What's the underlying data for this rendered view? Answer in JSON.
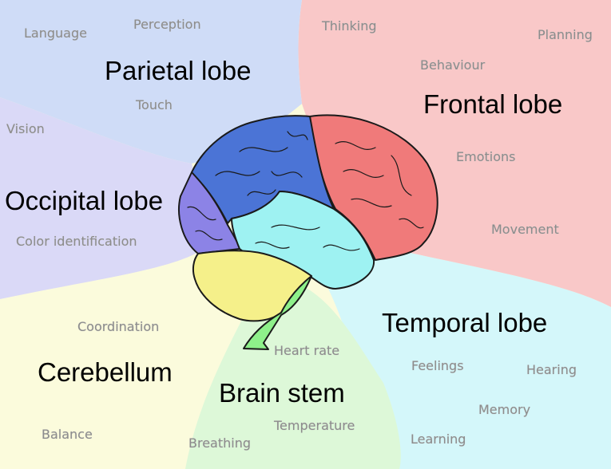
{
  "regions": {
    "parietal": {
      "name": "Parietal lobe",
      "color": "#cfdcf7",
      "lobe_color": "#4b74d6",
      "functions": [
        "Language",
        "Perception",
        "Touch"
      ]
    },
    "frontal": {
      "name": "Frontal lobe",
      "color": "#f9c8c8",
      "lobe_color": "#f07a7a",
      "functions": [
        "Thinking",
        "Planning",
        "Behaviour",
        "Emotions",
        "Movement"
      ]
    },
    "occipital": {
      "name": "Occipital lobe",
      "color": "#dad9f7",
      "lobe_color": "#8c83e6",
      "functions": [
        "Vision",
        "Color identification"
      ]
    },
    "temporal": {
      "name": "Temporal lobe",
      "color": "#d4f7fa",
      "lobe_color": "#9ef2f2",
      "functions": [
        "Feelings",
        "Hearing",
        "Memory",
        "Learning"
      ]
    },
    "cerebellum": {
      "name": "Cerebellum",
      "color": "#fbfbdc",
      "lobe_color": "#f5f08a",
      "functions": [
        "Coordination",
        "Balance"
      ]
    },
    "brainstem": {
      "name": "Brain stem",
      "color": "#ddf8d8",
      "lobe_color": "#8ef08a",
      "functions": [
        "Heart rate",
        "Temperature",
        "Breathing"
      ]
    }
  }
}
